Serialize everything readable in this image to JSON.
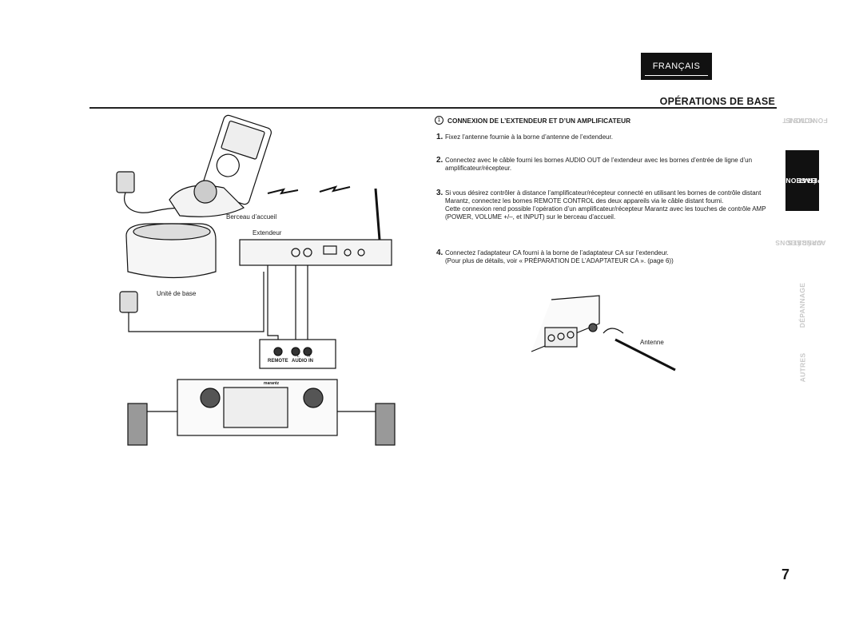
{
  "language_tab": "FRANÇAIS",
  "page_title": "OPÉRATIONS DE BASE",
  "section": {
    "number": "1",
    "title": "CONNEXION DE L’EXTENDEUR ET D’UN AMPLIFICATEUR"
  },
  "steps": [
    {
      "num": "1.",
      "lines": [
        "Fixez l’antenne fournie à la borne d’antenne de l’extendeur."
      ]
    },
    {
      "num": "2.",
      "lines": [
        "Connectez avec le câble fourni les bornes AUDIO OUT de l’extendeur avec les bornes d’entrée de ligne d’un amplificateur/récepteur."
      ]
    },
    {
      "num": "3.",
      "lines": [
        "Si vous désirez contrôler à distance l’amplificateur/récepteur connecté en utilisant les bornes de contrôle distant Marantz, connectez les bornes REMOTE CONTROL des deux appareils via le câble distant fourni.",
        "Cette connexion rend possible l’opération d’un amplificateur/récepteur Marantz avec les touches de contrôle AMP (POWER, VOLUME +/–, et INPUT) sur le berceau d’accueil."
      ]
    },
    {
      "num": "4.",
      "lines": [
        "Connectez l’adaptateur CA fourni à la borne de l’adaptateur CA sur l’extendeur.",
        "(Pour plus de détails, voir « PRÉPARATION DE L’ADAPTATEUR CA ». (page 6))"
      ]
    }
  ],
  "side_tabs": [
    {
      "lines": [
        "NOMS ET",
        "FONCTIONS"
      ],
      "active": false
    },
    {
      "lines": [
        "OPÉRATIONS DE",
        "BASE"
      ],
      "active": true
    },
    {
      "lines": [
        "OPÉRATIONS",
        "AVANCÉES"
      ],
      "active": false
    },
    {
      "lines": [
        "DÉPANNAGE"
      ],
      "active": false
    },
    {
      "lines": [
        "AUTRES"
      ],
      "active": false
    }
  ],
  "diagram_labels": {
    "dock": "Berceau d’accueil",
    "extender": "Extendeur",
    "base_unit": "Unité de base",
    "antenna": "Antenne",
    "remote": "REMOTE",
    "audio_in": "AUDIO IN",
    "left": "L",
    "right": "R",
    "brand": "marantz"
  },
  "page_number": "7"
}
